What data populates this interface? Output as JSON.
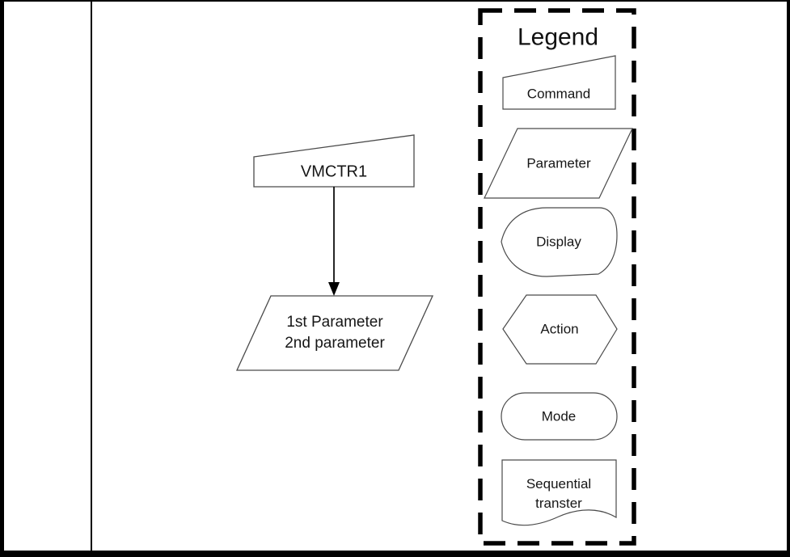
{
  "colors": {
    "background": "#ffffff",
    "shape_outline": "#4a4a4a",
    "connector": "#000000",
    "frame": "#000000"
  },
  "flowchart": {
    "command_node": {
      "shape": "command-trapezoid",
      "label": "VMCTR1"
    },
    "connector": {
      "type": "arrow-down"
    },
    "parameter_node": {
      "shape": "parallelogram",
      "line1": "1st Parameter",
      "line2": "2nd parameter"
    }
  },
  "legend": {
    "title": "Legend",
    "items": [
      {
        "shape": "command-trapezoid",
        "label": "Command"
      },
      {
        "shape": "parallelogram",
        "label": "Parameter"
      },
      {
        "shape": "display-rounded",
        "label": "Display"
      },
      {
        "shape": "hexagon",
        "label": "Action"
      },
      {
        "shape": "stadium",
        "label": "Mode"
      },
      {
        "shape": "document-wave",
        "label_line1": "Sequential",
        "label_line2": "transter"
      }
    ]
  }
}
